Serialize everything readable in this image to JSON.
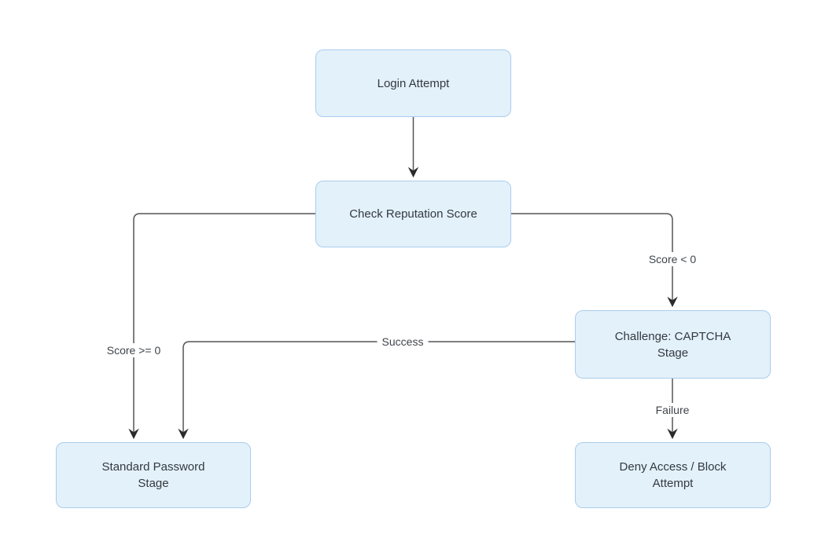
{
  "diagram": {
    "type": "flowchart",
    "direction": "top-down",
    "colors": {
      "background": "#ffffff",
      "node_fill": "#e3f1fb",
      "node_border": "#a9cdec",
      "node_text": "#333940",
      "edge_line": "#555555",
      "arrowhead": "#2b2b2b",
      "edge_label_text": "#3f4449"
    },
    "nodes": [
      {
        "id": "login-attempt",
        "label": "Login Attempt",
        "lines": [
          "Login Attempt"
        ]
      },
      {
        "id": "check-reputation-score",
        "label": "Check Reputation Score",
        "lines": [
          "Check Reputation Score"
        ]
      },
      {
        "id": "captcha-stage",
        "label": "Challenge: CAPTCHA Stage",
        "lines": [
          "Challenge: CAPTCHA",
          "Stage"
        ]
      },
      {
        "id": "standard-password-stage",
        "label": "Standard Password Stage",
        "lines": [
          "Standard Password",
          "Stage"
        ]
      },
      {
        "id": "deny-access",
        "label": "Deny Access / Block Attempt",
        "lines": [
          "Deny Access / Block",
          "Attempt"
        ]
      }
    ],
    "edges": [
      {
        "from": "Login Attempt",
        "to": "Check Reputation Score",
        "label": ""
      },
      {
        "from": "Check Reputation Score",
        "to": "Standard Password Stage",
        "label": "Score >= 0"
      },
      {
        "from": "Check Reputation Score",
        "to": "Challenge: CAPTCHA Stage",
        "label": "Score < 0"
      },
      {
        "from": "Challenge: CAPTCHA Stage",
        "to": "Standard Password Stage",
        "label": "Success"
      },
      {
        "from": "Challenge: CAPTCHA Stage",
        "to": "Deny Access / Block Attempt",
        "label": "Failure"
      }
    ]
  }
}
